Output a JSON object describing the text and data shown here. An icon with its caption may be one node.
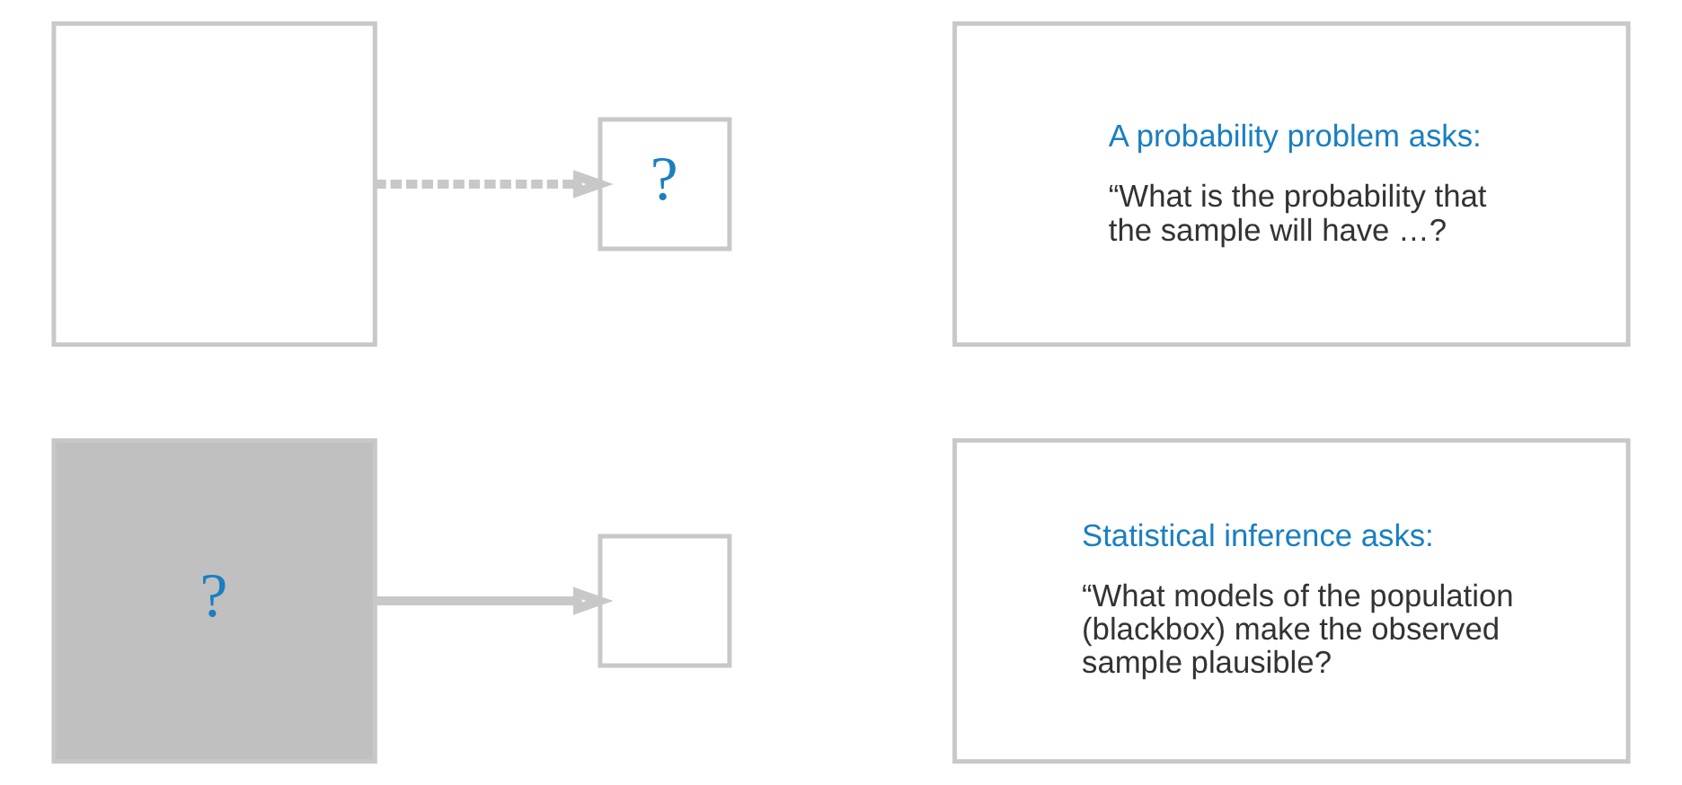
{
  "diagram": {
    "nodes": [
      {
        "text": [],
        "shape": "box"
      },
      {
        "text": [
          "?"
        ]
      },
      {
        "text": [
          "A probability problem asks:",
          "“What is the probability that the sample will have …?"
        ]
      },
      {
        "text": [
          "?"
        ]
      },
      {
        "text": [],
        "shape": "box"
      },
      {
        "text": [
          "Statistical inference asks:",
          "“What models of the population (blackbox) make the observed sample plausible?"
        ]
      }
    ],
    "edges": [
      {
        "from": 0,
        "to": 1,
        "arrow": "to",
        "style": "dashed"
      },
      {
        "from": 3,
        "to": 4,
        "arrow": "to"
      }
    ]
  }
}
